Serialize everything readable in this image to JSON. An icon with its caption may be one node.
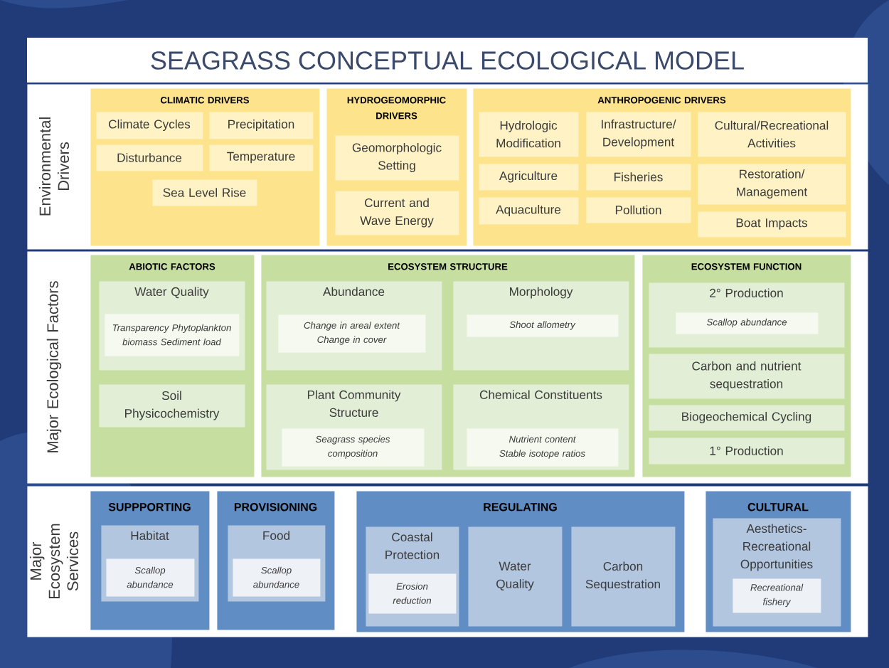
{
  "diagram": {
    "title": "SEAGRASS CONCEPTUAL ECOLOGICAL MODEL",
    "nodes": [
      {
        "text": [
          "Environmental Drivers"
        ]
      },
      {
        "text": [
          "CLIMATIC DRIVERS"
        ],
        "in": 0
      },
      {
        "text": [
          "Climate Cycles"
        ],
        "in": 1
      },
      {
        "text": [
          "Precipitation"
        ],
        "in": 1
      },
      {
        "text": [
          "Disturbance"
        ],
        "in": 1
      },
      {
        "text": [
          "Temperature"
        ],
        "in": 1
      },
      {
        "text": [
          "Sea Level Rise"
        ],
        "in": 1
      },
      {
        "text": [
          "HYDROGEOMORPHIC DRIVERS"
        ],
        "in": 0
      },
      {
        "text": [
          "Geomorphologic Setting"
        ],
        "in": 7
      },
      {
        "text": [
          "Current and Wave Energy"
        ],
        "in": 7
      },
      {
        "text": [
          "ANTHROPOGENIC DRIVERS"
        ],
        "in": 0
      },
      {
        "text": [
          "Hydrologic Modification"
        ],
        "in": 10
      },
      {
        "text": [
          "Infrastructure/ Development"
        ],
        "in": 10
      },
      {
        "text": [
          "Cultural/Recreational Activities"
        ],
        "in": 10
      },
      {
        "text": [
          "Agriculture"
        ],
        "in": 10
      },
      {
        "text": [
          "Fisheries"
        ],
        "in": 10
      },
      {
        "text": [
          "Restoration/ Management"
        ],
        "in": 10
      },
      {
        "text": [
          "Aquaculture"
        ],
        "in": 10
      },
      {
        "text": [
          "Pollution"
        ],
        "in": 10
      },
      {
        "text": [
          "Boat Impacts"
        ],
        "in": 10
      },
      {
        "text": [
          "Major Ecological Factors"
        ]
      },
      {
        "text": [
          "ABIOTIC FACTORS"
        ],
        "in": 20
      },
      {
        "text": [
          "Water Quality"
        ],
        "in": 21
      },
      {
        "text": [
          "Transparency Phytoplankton biomass Sediment load"
        ],
        "in": 22
      },
      {
        "text": [
          "Soil Physicochemistry"
        ],
        "in": 21
      },
      {
        "text": [
          "ECOSYSTEM STRUCTURE"
        ],
        "in": 20
      },
      {
        "text": [
          "Abundance"
        ],
        "in": 25
      },
      {
        "text": [
          "Change in areal extent Change in cover"
        ],
        "in": 26
      },
      {
        "text": [
          "Morphology"
        ],
        "in": 25
      },
      {
        "text": [
          "Shoot allometry"
        ],
        "in": 28
      },
      {
        "text": [
          "Plant Community Structure"
        ],
        "in": 25
      },
      {
        "text": [
          "Seagrass species composition"
        ],
        "in": 30
      },
      {
        "text": [
          "Chemical Constituents"
        ],
        "in": 25
      },
      {
        "text": [
          "Nutrient content Stable isotope ratios"
        ],
        "in": 32
      },
      {
        "text": [
          "ECOSYSTEM FUNCTION"
        ],
        "in": 20
      },
      {
        "text": [
          "2° Production"
        ],
        "in": 34
      },
      {
        "text": [
          "Scallop abundance"
        ],
        "in": 35
      },
      {
        "text": [
          "Carbon and nutrient sequestration"
        ],
        "in": 34
      },
      {
        "text": [
          "Biogeochemical Cycling"
        ],
        "in": 34
      },
      {
        "text": [
          "1° Production"
        ],
        "in": 34
      },
      {
        "text": [
          "Major Ecosystem Services"
        ]
      },
      {
        "text": [
          "SUPPPORTING"
        ],
        "in": 40
      },
      {
        "text": [
          "Habitat"
        ],
        "in": 41
      },
      {
        "text": [
          "Scallop abundance"
        ],
        "in": 42
      },
      {
        "text": [
          "PROVISIONING"
        ],
        "in": 40
      },
      {
        "text": [
          "Food"
        ],
        "in": 44
      },
      {
        "text": [
          "Scallop abundance"
        ],
        "in": 45
      },
      {
        "text": [
          "REGULATING"
        ],
        "in": 40
      },
      {
        "text": [
          "Coastal Protection"
        ],
        "in": 47
      },
      {
        "text": [
          "Erosion reduction"
        ],
        "in": 48
      },
      {
        "text": [
          "Water Quality"
        ],
        "in": 47
      },
      {
        "text": [
          "Carbon Sequestration"
        ],
        "in": 47
      },
      {
        "text": [
          "CULTURAL"
        ],
        "in": 40
      },
      {
        "text": [
          "Aesthetics-Recreational Opportunities"
        ],
        "in": 52
      },
      {
        "text": [
          "Recreational fishery"
        ],
        "in": 53
      }
    ]
  }
}
